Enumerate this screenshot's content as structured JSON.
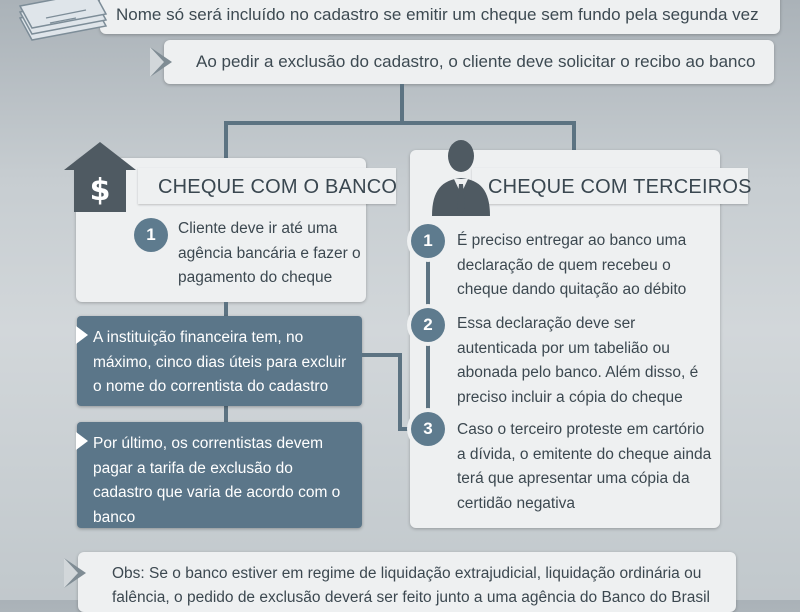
{
  "top_banner": {
    "text": "Nome só será incluído no cadastro se emitir um cheque sem fundo pela segunda vez"
  },
  "second_banner": {
    "text": "Ao pedir a exclusão do cadastro, o cliente deve solicitar o recibo ao banco"
  },
  "bank_section": {
    "title": "CHEQUE COM O BANCO",
    "icon": "bank-house-dollar-icon",
    "step": {
      "number": "1",
      "text": "Cliente deve ir até uma agência bancária e fazer o pagamento do cheque"
    },
    "notes": [
      "A instituição financeira tem, no máximo, cinco dias úteis para excluir o nome do correntista do cadastro",
      "Por último, os correntistas devem pagar a tarifa de exclusão do cadastro que varia de acordo com o banco"
    ]
  },
  "third_party_section": {
    "title": "CHEQUE COM TERCEIROS",
    "icon": "person-suit-icon",
    "steps": [
      {
        "number": "1",
        "text": "É preciso entregar ao banco uma declaração de quem recebeu o cheque dando quitação ao débito"
      },
      {
        "number": "2",
        "text": "Essa declaração deve ser autenticada por um tabelião ou abonada pelo banco.  Além disso, é preciso incluir a cópia do cheque"
      },
      {
        "number": "3",
        "text": "Caso o terceiro proteste em cartório a dívida, o emitente do cheque ainda terá que apresentar uma cópia da certidão negativa"
      }
    ]
  },
  "obs": {
    "text": "Obs: Se o banco estiver em regime de liquidação extrajudicial, liquidação ordinária ou falência, o pedido de exclusão deverá ser feito junto a uma agência do Banco do Brasil"
  },
  "colors": {
    "accent": "#5b7689",
    "connector": "#5c7382",
    "box": "#eef0f1"
  }
}
